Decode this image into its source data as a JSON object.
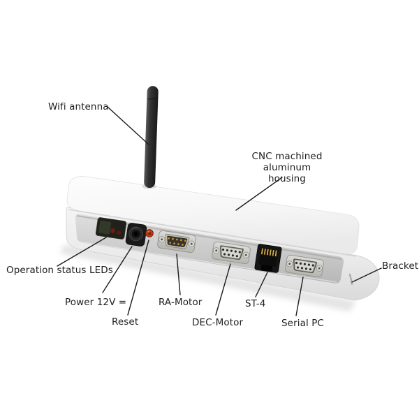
{
  "annotations": {
    "wifi_antenna": "Wifi antenna",
    "housing": "CNC machined aluminum\nhousing",
    "status_leds": "Operation status LEDs",
    "power": "Power 12V =",
    "reset": "Reset",
    "ra_motor": "RA-Motor",
    "dec_motor": "DEC-Motor",
    "st4": "ST-4",
    "serial_pc": "Serial PC",
    "bracket": "Bracket"
  },
  "colors": {
    "background": "#ffffff",
    "label_text": "#1d1d1d",
    "leader_line": "#1b1b1b",
    "housing_white": "#f0f0f0",
    "front_panel_aluminum": "#c6c6c6",
    "antenna_black": "#2b2b2b",
    "reset_button_red": "#c03a16",
    "led_window_dark": "#20221a",
    "led_glow_green": "#39412f",
    "led_glow_red": "#7c1d12",
    "connector_metal": "#d2d2cc",
    "connector_pins_gold": "#c9963a",
    "port_black": "#161616"
  }
}
